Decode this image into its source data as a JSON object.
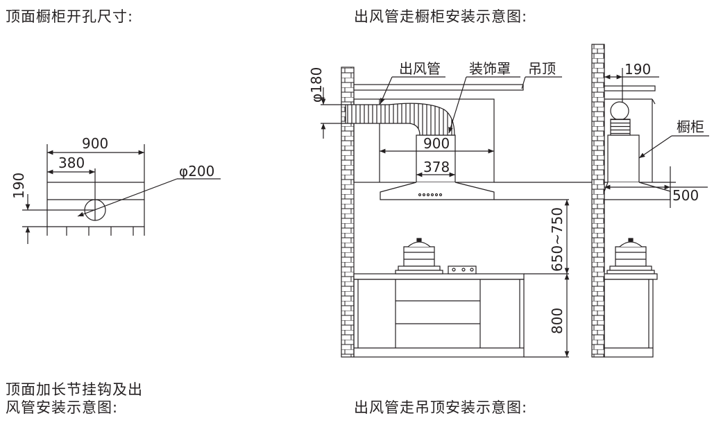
{
  "titles": {
    "cutout": "顶面橱柜开孔尺寸:",
    "duct_cabinet": "出风管走橱柜安装示意图:",
    "extension_line1": "顶面加长节挂钩及出",
    "extension_line2": "风管安装示意图:",
    "duct_ceiling": "出风管走吊顶安装示意图:"
  },
  "cutout_diagram": {
    "width": "900",
    "offset": "380",
    "height": "190",
    "hole": "φ200"
  },
  "front_view": {
    "diameter": "φ180",
    "duct_label": "出风管",
    "cover_label": "装饰罩",
    "ceiling_label": "吊顶",
    "cover_width": "900",
    "hood_inner": "378",
    "hood_height": "650~750",
    "counter_height": "800"
  },
  "side_view": {
    "offset": "190",
    "cabinet_label": "橱柜",
    "depth": "500"
  }
}
